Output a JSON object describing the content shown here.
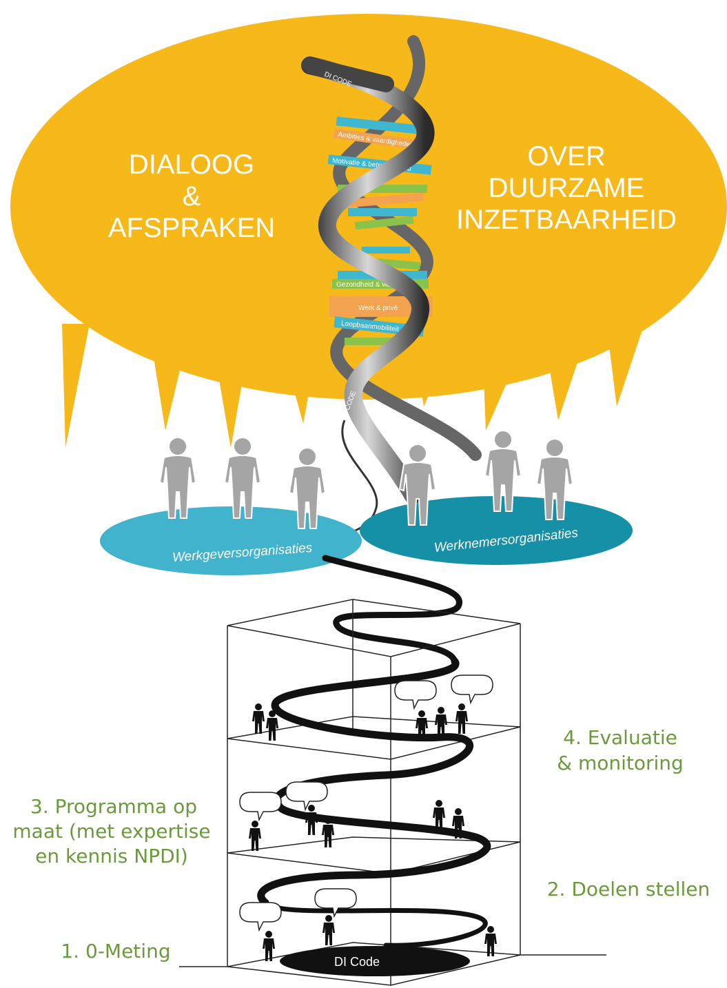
{
  "speech": {
    "left_lines": [
      "DIALOOG",
      "&",
      "AFSPRAKEN"
    ],
    "right_lines": [
      "OVER",
      "DUURZAME",
      "INZETBAARHEID"
    ]
  },
  "dna": {
    "strand_label": "DI CODE",
    "bands": [
      {
        "label": "Ambities & vaardigheden",
        "color": "#f3a250"
      },
      {
        "label": "Motivatie & betrokkenheid",
        "color": "#3fb7cf"
      },
      {
        "label": "Gezondheid & vitaliteit",
        "color": "#8bc34a"
      },
      {
        "label": "Werk & privé",
        "color": "#f3a250"
      },
      {
        "label": "Loopbaanmobiliteit",
        "color": "#3fb7cf"
      }
    ]
  },
  "organisations": {
    "employer": "Werkgeversorganisaties",
    "employee": "Werknemersorganisaties"
  },
  "steps": {
    "step1": "1. 0-Meting",
    "step2": "2. Doelen stellen",
    "step3_lines": [
      "3. Programma op",
      "maat (met expertise",
      "en kennis NPDI)"
    ],
    "step4_lines": [
      "4. Evaluatie",
      "& monitoring"
    ]
  },
  "base_label": "DI Code",
  "colors": {
    "bubble": "#f7b81a",
    "employer_ellipse": "#41b3cc",
    "employee_ellipse": "#1690a6",
    "green_text": "#6a9a3a",
    "person_gray": "#a5a5a5"
  }
}
